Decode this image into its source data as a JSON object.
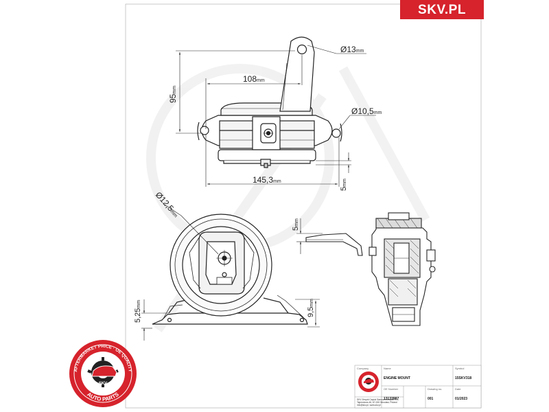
{
  "brand": {
    "label": "SKV.PL",
    "color": "#d6232c"
  },
  "dimensions": {
    "d13": "Ø13",
    "d10_5": "Ø10,5",
    "d12_5": "Ø12,5",
    "l108": "108",
    "l95": "95",
    "l145_3": "145,3",
    "l5_top": "5",
    "l5_side": "5",
    "l5_25": "5,25",
    "l9_5": "9,5",
    "unit": "mm"
  },
  "seal": {
    "top_text": "AFTERMARKET PRICE · OE QUALITY",
    "bottom_text": "AUTO PARTS",
    "center": "SKV",
    "color": "#d6232c"
  },
  "title_block": {
    "labels": {
      "company": "Company",
      "name": "Name",
      "oe_number": "OE Number",
      "symbol": "Symbol",
      "drawing_no": "Drawing no.",
      "date": "Date"
    },
    "name_value": "ENGINE MOUNT",
    "symbol_value": "15SKV318",
    "oe_value": "13133997",
    "drawing_value": "001",
    "date_value": "01/2023",
    "company_lines": [
      "SKV Zespół Części Samochodowych S.A.",
      "Tajemnicza 46, 67-000 Wrocław, Poland",
      "info@skv.pl, www.skv.pl"
    ]
  }
}
